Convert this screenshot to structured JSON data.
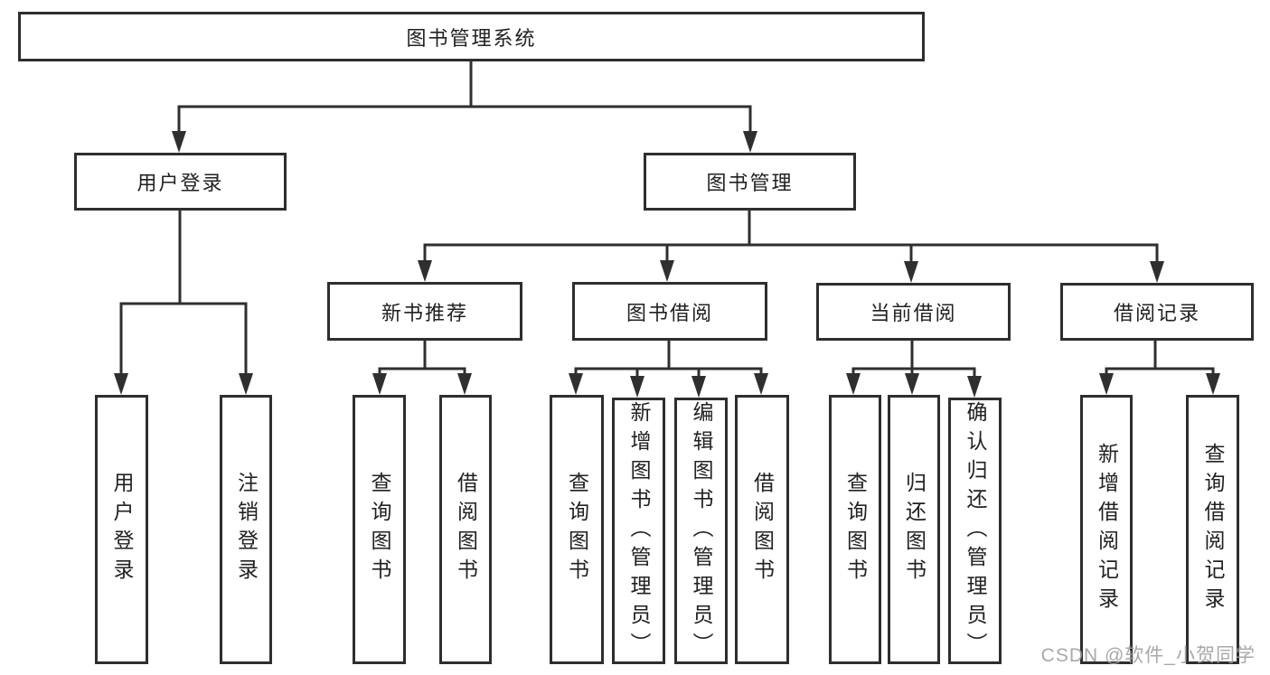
{
  "diagram": {
    "title": "图书管理系统",
    "colors": {
      "line": "#2f2f2f",
      "node_border": "#2e2e2e",
      "text": "#212121",
      "background": "#ffffff",
      "watermark": "#9e9e9e"
    },
    "tree": {
      "root": {
        "label": "图书管理系统"
      },
      "branches": [
        {
          "label": "用户登录",
          "children": [
            {
              "label": "用户登录"
            },
            {
              "label": "注销登录"
            }
          ]
        },
        {
          "label": "图书管理",
          "sections": [
            {
              "label": "新书推荐",
              "children": [
                {
                  "label": "查询图书"
                },
                {
                  "label": "借阅图书"
                }
              ]
            },
            {
              "label": "图书借阅",
              "children": [
                {
                  "label": "查询图书"
                },
                {
                  "label": "新增图书（管理员）"
                },
                {
                  "label": "编辑图书（管理员）"
                },
                {
                  "label": "借阅图书"
                }
              ]
            },
            {
              "label": "当前借阅",
              "children": [
                {
                  "label": "查询图书"
                },
                {
                  "label": "归还图书"
                },
                {
                  "label": "确认归还（管理员）"
                }
              ]
            },
            {
              "label": "借阅记录",
              "children": [
                {
                  "label": "新增借阅记录"
                },
                {
                  "label": "查询借阅记录"
                }
              ]
            }
          ]
        }
      ]
    },
    "watermark": "CSDN @软件_小贺同学"
  }
}
